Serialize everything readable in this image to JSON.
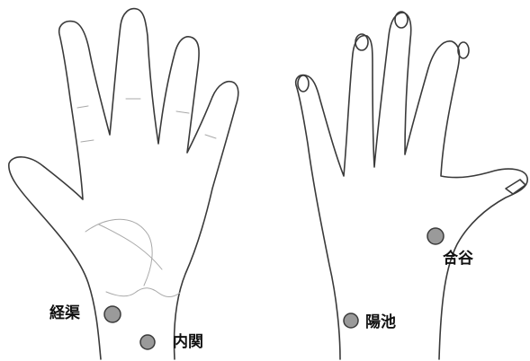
{
  "points": [
    {
      "id": "keikyo",
      "label": "経渠"
    },
    {
      "id": "naikan",
      "label": "内関"
    },
    {
      "id": "yochi",
      "label": "陽池"
    },
    {
      "id": "goukoku",
      "label": "合谷"
    }
  ],
  "colors": {
    "point_fill": "#9a9a9a",
    "point_stroke": "#3a3a3a",
    "outline": "#3a3a3a",
    "background": "#ffffff"
  }
}
